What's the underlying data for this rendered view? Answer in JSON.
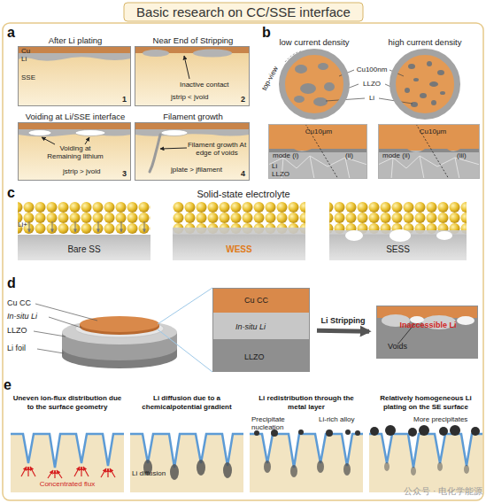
{
  "diagram": {
    "title": "Basic research on CC/SSE interface",
    "nodes": [
      {
        "text": [
          "After Li plating",
          "Cu",
          "Li",
          "SSE",
          "1"
        ]
      },
      {
        "text": [
          "Near End of Stripping",
          "Inactive contact",
          "jstrip < jvoid",
          "2"
        ]
      },
      {
        "text": [
          "Voiding at Li/SSE interface",
          "Voiding at Remaining lithium",
          "jstrip > jvoid",
          "3"
        ]
      },
      {
        "text": [
          "Filament growth",
          "Filament growth At edge of voids",
          "jplate > jfilament",
          "4"
        ]
      },
      {
        "text": [
          "low current density"
        ]
      },
      {
        "text": [
          "high current density"
        ]
      },
      {
        "text": [
          "Cu10μm",
          "mode (i)",
          "(ii)",
          "Li",
          "LLZO"
        ]
      },
      {
        "text": [
          "Cu10μm",
          "mode (ii)",
          "(iii)"
        ]
      },
      {
        "text": [
          "Li+",
          "Bare SS"
        ]
      },
      {
        "text": [
          "WESS"
        ]
      },
      {
        "text": [
          "SESS"
        ]
      },
      {
        "text": [
          "Cu CC",
          "In-situ Li",
          "LLZO"
        ]
      },
      {
        "text": [
          "Inaccessible Li",
          "Voids"
        ]
      },
      {
        "text": [
          "Uneven ion-flux distribution due to the surface geometry",
          "Concentrated flux"
        ]
      },
      {
        "text": [
          "Li diffusion due to a chemicalpotential gradient",
          "Li diffusion"
        ]
      },
      {
        "text": [
          "Li redistribution through the metal layer",
          "Precipitate nucleation",
          "Li-rich alloy"
        ]
      },
      {
        "text": [
          "Relatively homogeneous Li plating on the SE surface",
          "More precipitates"
        ]
      }
    ],
    "edges": [
      {
        "from": 11,
        "to": 12,
        "arrow": "to",
        "label": "Li Stripping"
      }
    ],
    "labels": [
      "a",
      "b",
      "c",
      "d",
      "e",
      "top-view",
      "Cu100nm",
      "LLZO",
      "Li",
      "Solid-state electrolyte",
      "Cu CC",
      "In-situ Li",
      "LLZO",
      "Li foil",
      "公众号 · 电化学能源"
    ]
  }
}
